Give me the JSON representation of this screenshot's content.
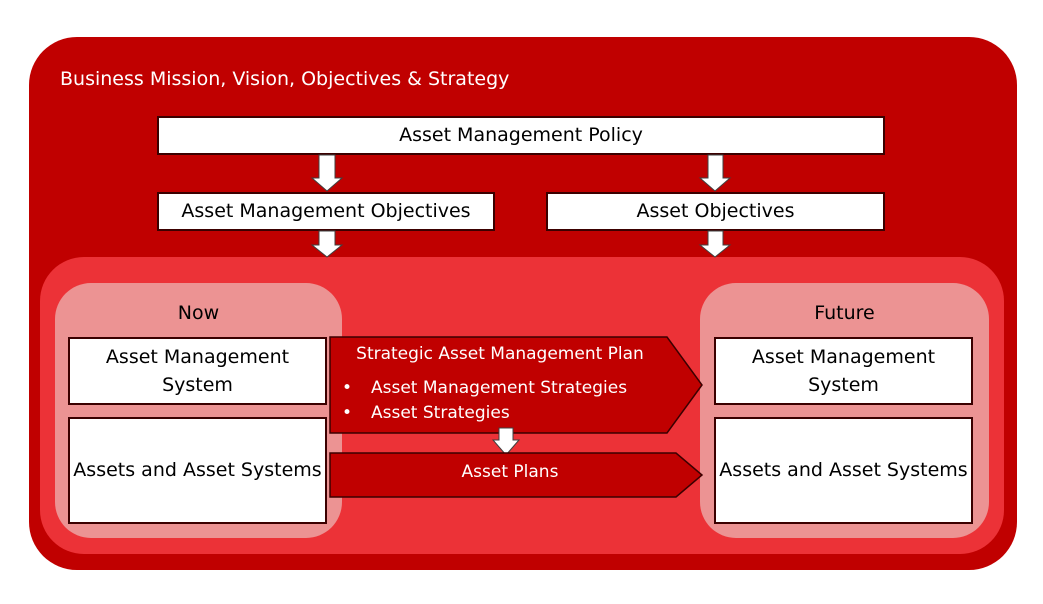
{
  "outer": {
    "title": "Business Mission, Vision, Objectives & Strategy"
  },
  "policy": {
    "label": "Asset Management Policy"
  },
  "objectives": {
    "left": "Asset Management Objectives",
    "right": "Asset Objectives"
  },
  "now": {
    "title": "Now",
    "system": "Asset Management System",
    "assets": "Assets and Asset Systems"
  },
  "future": {
    "title": "Future",
    "system": "Asset Management System",
    "assets": "Assets and Asset Systems"
  },
  "plan": {
    "title": "Strategic Asset Management Plan",
    "items": [
      "Asset Management Strategies",
      "Asset Strategies"
    ]
  },
  "asset_plans": {
    "label": "Asset Plans"
  },
  "colors": {
    "outer": "#c00000",
    "inner": "#ec3237",
    "panel": "#ec9393",
    "arrow_fill": "#c00000",
    "box": "#ffffff"
  }
}
